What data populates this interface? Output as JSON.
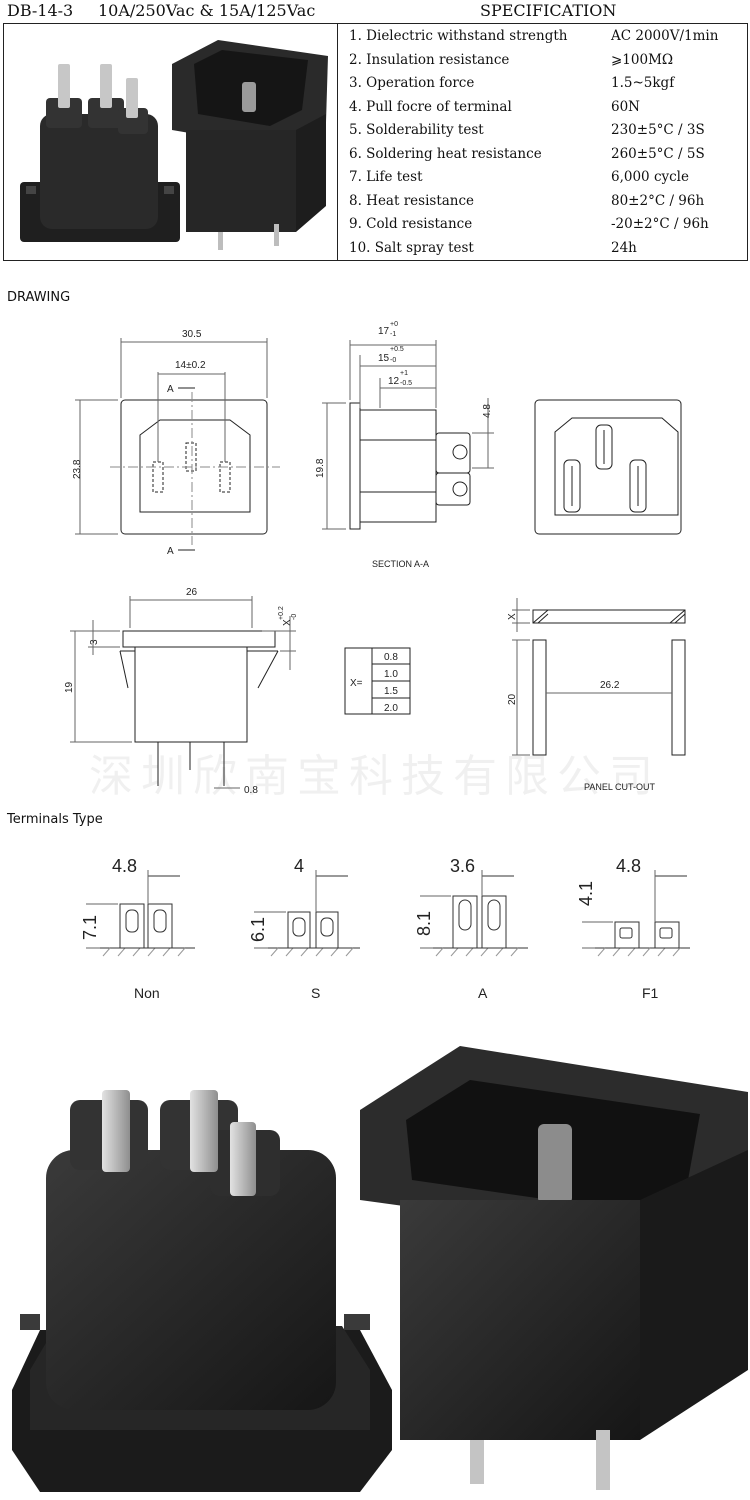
{
  "header": {
    "model": "DB-14-3",
    "rating": "10A/250Vac & 15A/125Vac",
    "spec_title": "SPECIFICATION"
  },
  "specs": [
    {
      "item": "1.  Dielectric withstand strength",
      "value": "AC 2000V/1min"
    },
    {
      "item": "2.  Insulation resistance",
      "value": "⩾100MΩ"
    },
    {
      "item": "3.  Operation force",
      "value": "1.5~5kgf"
    },
    {
      "item": "4.  Pull focre of terminal",
      "value": "60N"
    },
    {
      "item": "5.  Solderability test",
      "value": "230±5°C / 3S"
    },
    {
      "item": "6.  Soldering heat resistance",
      "value": "260±5°C / 5S"
    },
    {
      "item": "7.  Life test",
      "value": "6,000 cycle"
    },
    {
      "item": "8.  Heat resistance",
      "value": "80±2°C / 96h"
    },
    {
      "item": "9.  Cold resistance",
      "value": "-20±2°C / 96h"
    },
    {
      "item": "10. Salt spray test",
      "value": "24h"
    }
  ],
  "drawing": {
    "label": "DRAWING",
    "front_width": "30.5",
    "pin_pitch": "14±0.2",
    "front_height": "23.8",
    "section_marker": "A",
    "side_dim_1": "17",
    "side_dim_1_tol_upper": "+0",
    "side_dim_1_tol_lower": "-1",
    "side_dim_2": "15",
    "side_dim_2_tol_upper": "+0.5",
    "side_dim_2_tol_lower": "-0",
    "side_dim_3": "12",
    "side_dim_3_tol_upper": "+1",
    "side_dim_3_tol_lower": "-0.5",
    "terminal_dim": "4.8",
    "side_height": "19.8",
    "section_caption": "SECTION A-A",
    "bottom_width": "26",
    "flange": "3",
    "body_height": "19",
    "pin_width": "0.8",
    "x_label": "X",
    "x_tol_upper": "+0.2",
    "x_tol_lower": "-0",
    "x_eq": "X=",
    "x_values": [
      "0.8",
      "1.0",
      "1.5",
      "2.0"
    ],
    "cutout_x": "X",
    "cutout_height": "20",
    "cutout_width": "26.2",
    "cutout_caption": "PANEL CUT-OUT",
    "watermark": "深圳欣南宝科技有限公司"
  },
  "terminals": {
    "label": "Terminals Type",
    "types": [
      {
        "width": "4.8",
        "height": "7.1",
        "name": "Non"
      },
      {
        "width": "4",
        "height": "6.1",
        "name": "S"
      },
      {
        "width": "3.6",
        "height": "8.1",
        "name": "A"
      },
      {
        "width": "4.8",
        "height": "4.1",
        "name": "F1"
      }
    ]
  },
  "colors": {
    "line": "#222222",
    "dim": "#555555",
    "socket_body": "#2b2b2b",
    "pin": "#b9b9b9"
  }
}
